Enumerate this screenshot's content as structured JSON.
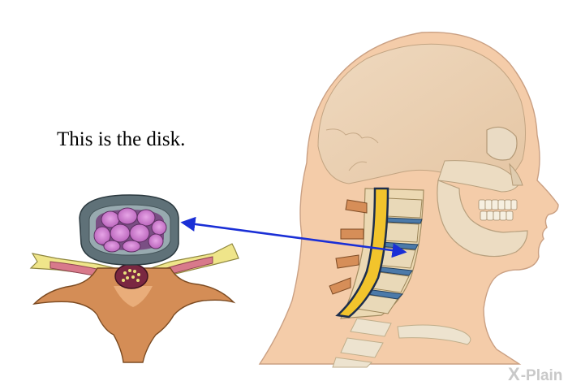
{
  "caption": "This is the disk.",
  "watermark": {
    "mark": "X",
    "text": "-Plain"
  },
  "colors": {
    "skin": "#f3c9a8",
    "skin_outline": "#c8957a",
    "bone": "#e9d9b8",
    "bone_outline": "#b5a27c",
    "disk_blue": "#4a79a8",
    "spinal_cord": "#f2c32a",
    "cord_outline": "#1e2f4d",
    "disk_ring": "#5d6f76",
    "nucleus_cells": "#c56fc6",
    "nucleus_bg": "#7b4f86",
    "nerve_root": "#d87a8b",
    "vertebra_body": "#d9915a",
    "process_yellow": "#f0e68c",
    "arrow": "#1a2fd6"
  },
  "icons": [
    "disk-cross-section-illustration",
    "head-neck-spine-illustration",
    "double-arrow-connector"
  ]
}
